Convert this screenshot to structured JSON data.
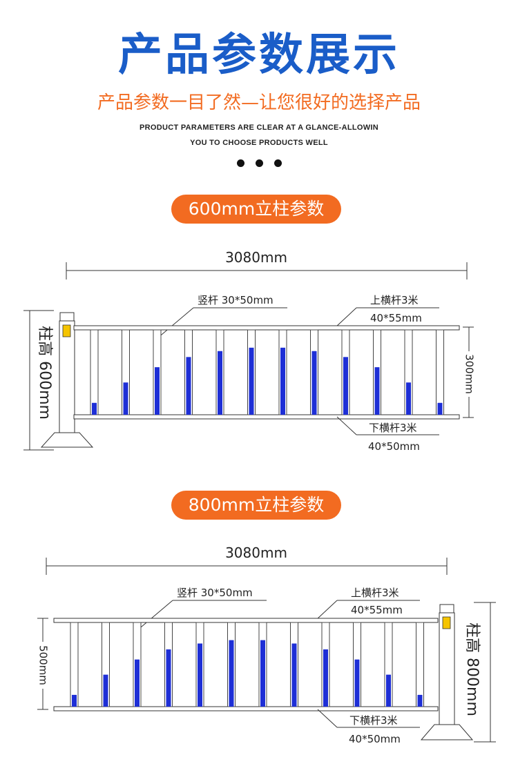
{
  "header": {
    "title": "产品参数展示",
    "subtitle": "产品参数一目了然—让您很好的选择产品",
    "english_line1": "PRODUCT PARAMETERS ARE CLEAR AT A GLANCE-ALLOWIN",
    "english_line2": "YOU TO CHOOSE PRODUCTS WELL"
  },
  "section1": {
    "label": "600mm立柱参数",
    "width": "3080mm",
    "vertical_bar": "竖杆 30*50mm",
    "top_rail_name": "上横杆3米",
    "top_rail_size": "40*55mm",
    "bottom_rail_name": "下横杆3米",
    "bottom_rail_size": "40*50mm",
    "panel_height": "300mm",
    "post_height": "柱高 600mm"
  },
  "section2": {
    "label": "800mm立柱参数",
    "width": "3080mm",
    "vertical_bar": "竖杆 30*50mm",
    "top_rail_name": "上横杆3米",
    "top_rail_size": "40*55mm",
    "bottom_rail_name": "下横杆3米",
    "bottom_rail_size": "40*50mm",
    "panel_height": "500mm",
    "post_height": "柱高 800mm"
  },
  "colors": {
    "title_blue": "#1a5dc8",
    "accent_orange": "#f26b21",
    "bar_blue": "#1e2fd6",
    "reflector_yellow": "#f5c400"
  },
  "blue_fill_levels": [
    0.14,
    0.38,
    0.56,
    0.68,
    0.75,
    0.79,
    0.79,
    0.75,
    0.68,
    0.56,
    0.38,
    0.14
  ]
}
